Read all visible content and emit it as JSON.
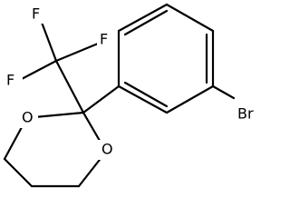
{
  "molecule": {
    "atoms": {
      "f_top_left": "F",
      "f_top_right": "F",
      "f_left": "F",
      "bromine": "Br",
      "oxygen_left": "O",
      "oxygen_right": "O"
    }
  }
}
